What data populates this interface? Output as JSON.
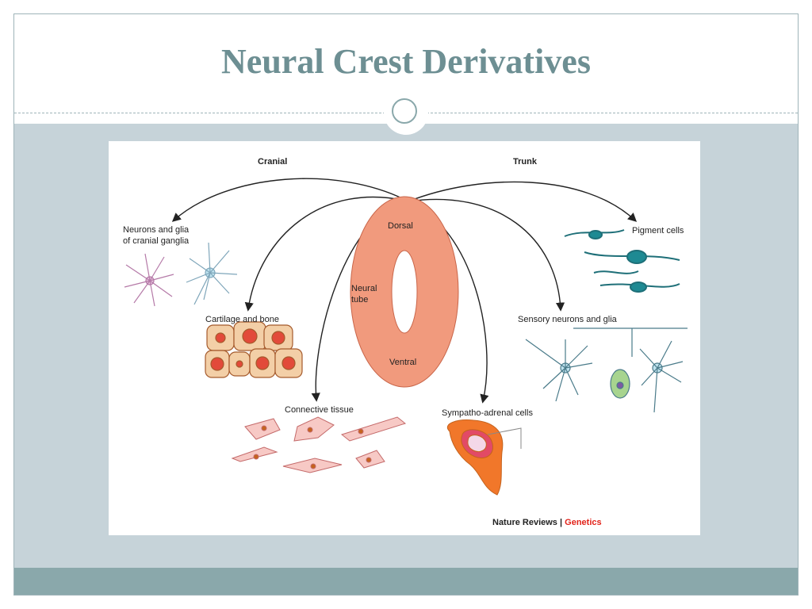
{
  "slide": {
    "title": "Neural Crest Derivatives"
  },
  "figure": {
    "labels": {
      "cranial": "Cranial",
      "trunk": "Trunk",
      "dorsal": "Dorsal",
      "neural_tube_line1": "Neural",
      "neural_tube_line2": "tube",
      "ventral": "Ventral",
      "cranial_ganglia_line1": "Neurons and glia",
      "cranial_ganglia_line2": "of cranial ganglia",
      "cartilage_bone": "Cartilage and bone",
      "connective_tissue": "Connective tissue",
      "pigment_cells": "Pigment cells",
      "sensory_neurons": "Sensory neurons and glia",
      "sympatho_adrenal": "Sympatho-adrenal cells"
    },
    "credit": {
      "journal": "Nature Reviews",
      "separator": " | ",
      "section": "Genetics"
    }
  },
  "colors": {
    "title": "#6d8f93",
    "band": "#c6d3d9",
    "footer": "#8aa8ab",
    "neural_tube": "#f19a7d",
    "credit_accent": "#e2231a"
  }
}
